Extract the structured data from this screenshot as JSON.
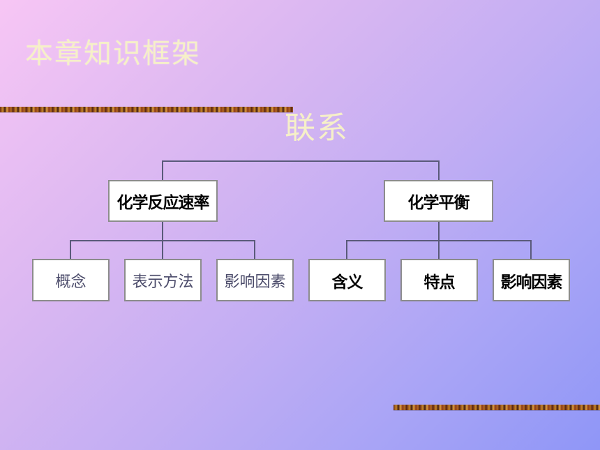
{
  "slide_title": "本章知识框架",
  "link_label": "联系",
  "nodes": {
    "rate": "化学反应速率",
    "equilibrium": "化学平衡"
  },
  "rate_children": [
    "概念",
    "表示方法",
    "影响因素"
  ],
  "equilibrium_children": [
    "含义",
    "特点",
    "影响因素"
  ],
  "colors": {
    "title": "#f6f0c8",
    "line": "#5a5a7a",
    "box_border": "#8c8c8c"
  }
}
